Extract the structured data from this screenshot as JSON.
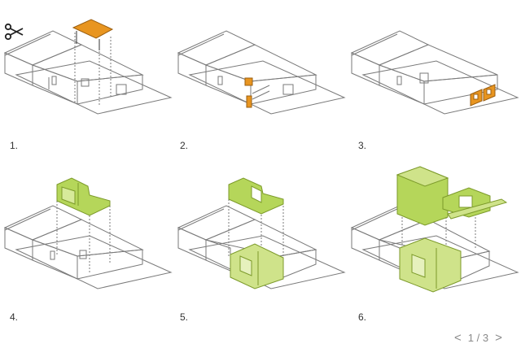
{
  "steps": [
    {
      "label": "1."
    },
    {
      "label": "2."
    },
    {
      "label": "3."
    },
    {
      "label": "4."
    },
    {
      "label": "5."
    },
    {
      "label": "6."
    }
  ],
  "pager": {
    "prev": "<",
    "text": "1 / 3",
    "next": ">"
  },
  "icons": {
    "tool": "scissors-icon",
    "prev": "chevron-left-icon",
    "next": "chevron-right-icon"
  },
  "colors": {
    "line": "#7a7a7a",
    "orange": "#e89520",
    "green": "#b5d65a",
    "green_dark": "#7c9a2a"
  }
}
